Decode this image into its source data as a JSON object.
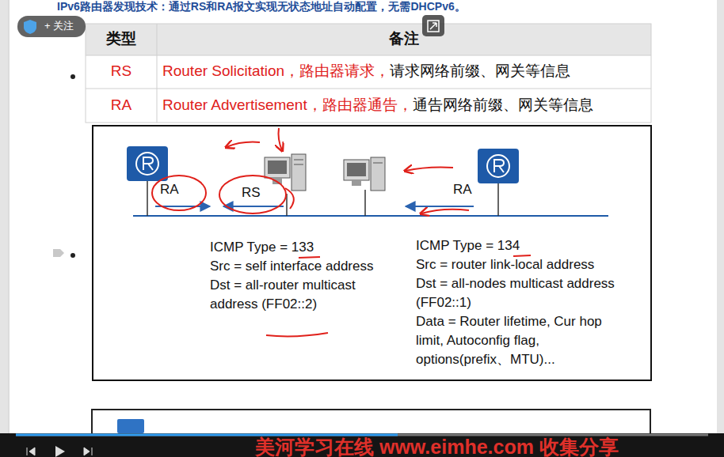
{
  "diagram": {
    "nodes": [
      {
        "text": [
          "ICMP Type = 133",
          "Src = self interface address",
          "Dst = all-router multicast address (FF02::2)",
          "ICMP Type = 134",
          "Src = router link-local address",
          "Dst = all-nodes multicast address (FF02::1)",
          "Data = Router lifetime, Cur hop limit, Autoconfig flag, options(prefix、MTU)..."
        ]
      }
    ],
    "labels": [
      "IPv6路由器发现技术：通过RS和RA报文实现无状态地址自动配置，无需DHCPv6。",
      "+ 关注",
      "类型",
      "备注",
      "RS",
      "Router Solicitation，路由器请求，",
      "请求网络前缀、网关等信息",
      "RA",
      "Router Advertisement，路由器通告，",
      "通告网络前缀、网关等信息",
      "RA",
      "RS",
      "RA",
      "美河学习在线 www.eimhe.com 收集分享"
    ]
  }
}
